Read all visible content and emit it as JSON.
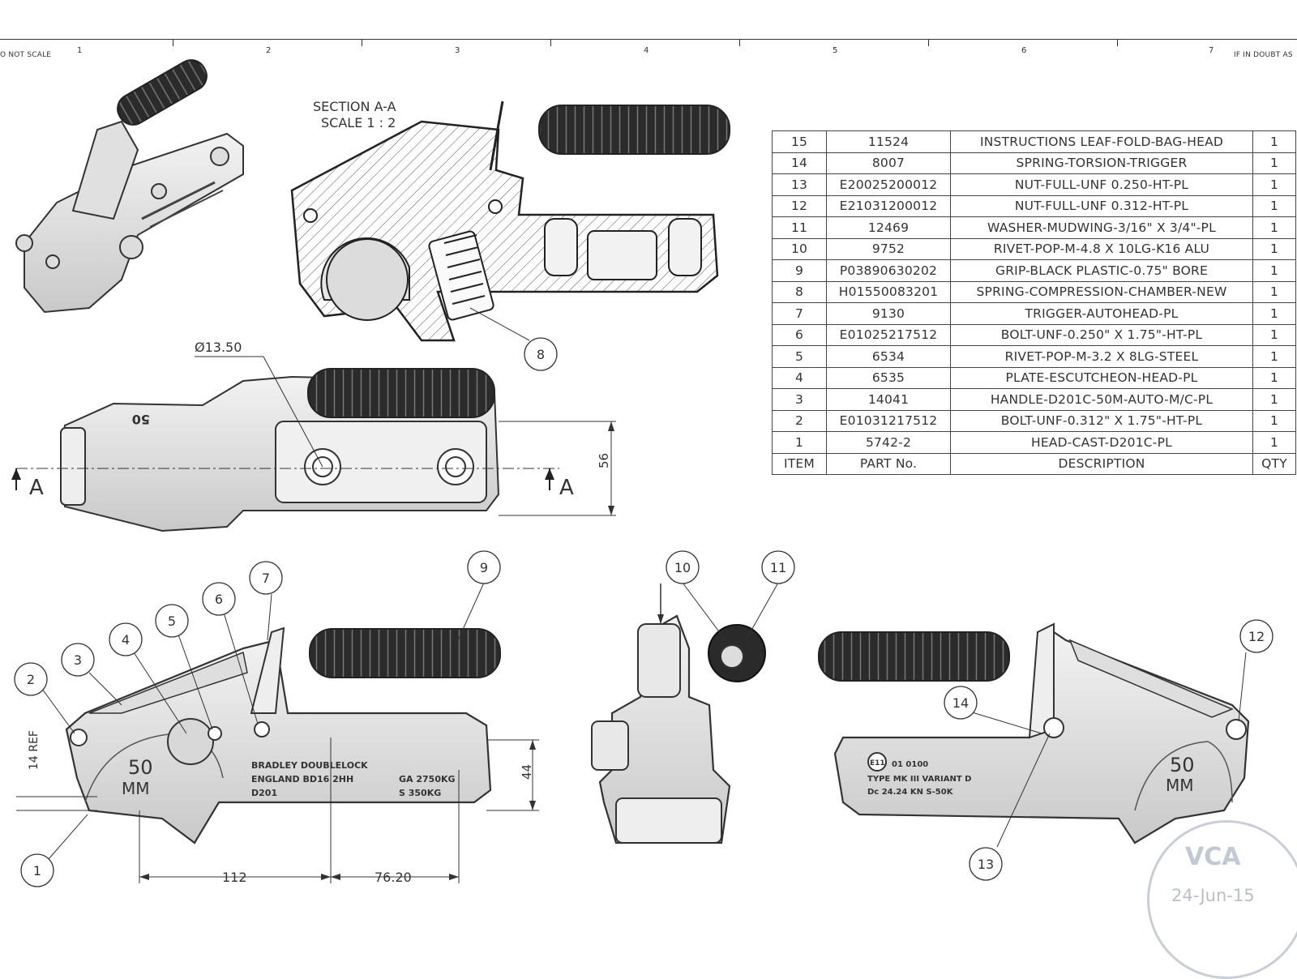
{
  "title_block": {
    "left_note": "O NOT SCALE",
    "right_note": "IF IN DOUBT AS",
    "zone_numbers": [
      "1",
      "2",
      "3",
      "4",
      "5",
      "6",
      "7"
    ]
  },
  "section_view": {
    "title": "SECTION A-A",
    "scale": "SCALE 1 : 2"
  },
  "dimensions": {
    "diameter": "Ø13.50",
    "height_56": "56",
    "height_44": "44",
    "ref_14": "14 REF",
    "length_112": "112",
    "length_7620": "76.20",
    "section_mark": "A"
  },
  "balloons": [
    "1",
    "2",
    "3",
    "4",
    "5",
    "6",
    "7",
    "8",
    "9",
    "10",
    "11",
    "12",
    "13",
    "14"
  ],
  "castings": {
    "left_size_top": "50",
    "left_size_bottom": "MM",
    "right_size_top": "50",
    "right_size_bottom": "MM",
    "left_text_1": "BRADLEY DOUBLELOCK",
    "left_text_2": "ENGLAND BD16 2HH",
    "left_text_3": "D201",
    "left_text_4": "GA 2750KG",
    "left_text_5": "S 350KG",
    "right_text_1": "01 0100",
    "right_text_2": "TYPE MK III  VARIANT D",
    "right_text_3": "Dc 24.24 KN  S-50K",
    "right_mark": "E11",
    "top_view_mark": "50"
  },
  "bom": {
    "headers": [
      "ITEM",
      "PART No.",
      "DESCRIPTION",
      "QTY"
    ],
    "rows": [
      [
        "15",
        "11524",
        "INSTRUCTIONS LEAF-FOLD-BAG-HEAD",
        "1"
      ],
      [
        "14",
        "8007",
        "SPRING-TORSION-TRIGGER",
        "1"
      ],
      [
        "13",
        "E20025200012",
        "NUT-FULL-UNF 0.250-HT-PL",
        "1"
      ],
      [
        "12",
        "E21031200012",
        "NUT-FULL-UNF 0.312-HT-PL",
        "1"
      ],
      [
        "11",
        "12469",
        "WASHER-MUDWING-3/16\" X 3/4\"-PL",
        "1"
      ],
      [
        "10",
        "9752",
        "RIVET-POP-M-4.8 X 10LG-K16 ALU",
        "1"
      ],
      [
        "9",
        "P03890630202",
        "GRIP-BLACK PLASTIC-0.75\" BORE",
        "1"
      ],
      [
        "8",
        "H01550083201",
        "SPRING-COMPRESSION-CHAMBER-NEW",
        "1"
      ],
      [
        "7",
        "9130",
        "TRIGGER-AUTOHEAD-PL",
        "1"
      ],
      [
        "6",
        "E01025217512",
        "BOLT-UNF-0.250\" X 1.75\"-HT-PL",
        "1"
      ],
      [
        "5",
        "6534",
        "RIVET-POP-M-3.2 X 8LG-STEEL",
        "1"
      ],
      [
        "4",
        "6535",
        "PLATE-ESCUTCHEON-HEAD-PL",
        "1"
      ],
      [
        "3",
        "14041",
        "HANDLE-D201C-50M-AUTO-M/C-PL",
        "1"
      ],
      [
        "2",
        "E01031217512",
        "BOLT-UNF-0.312\" X 1.75\"-HT-PL",
        "1"
      ],
      [
        "1",
        "5742-2",
        "HEAD-CAST-D201C-PL",
        "1"
      ]
    ]
  },
  "stamp": {
    "logo": "VCA",
    "date": "24-Jun-15"
  }
}
